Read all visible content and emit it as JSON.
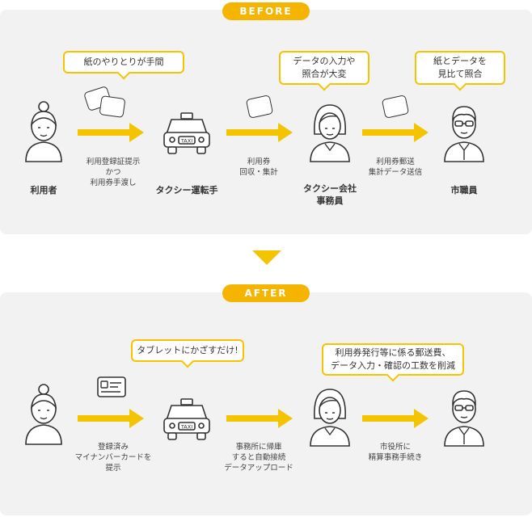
{
  "before": {
    "badge": "BEFORE",
    "bubbles": {
      "paper": "紙のやりとりが手間",
      "data_entry": "データの入力や\n照合が大変",
      "compare": "紙とデータを\n見比て照合"
    },
    "captions": {
      "step1": "利用登録証提示\nかつ\n利用券手渡し",
      "step2": "利用券\n回収・集計",
      "step3": "利用券郵送\n集計データ送信"
    },
    "actors": {
      "user": "利用者",
      "driver": "タクシー運転手",
      "company": "タクシー会社\n事務員",
      "official": "市職員"
    }
  },
  "after": {
    "badge": "AFTER",
    "bubbles": {
      "tablet": "タブレットにかざすだけ!",
      "savings": "利用券発行等に係る郵送費、\nデータ入力・確認の工数を削減"
    },
    "captions": {
      "step1": "登録済み\nマイナンバーカードを\n提示",
      "step2": "事務所に帰庫\nすると自動接続\nデータアップロード",
      "step3": "市役所に\n精算事務手続き"
    }
  },
  "taxi_sign": "TAXI",
  "colors": {
    "accent": "#f5c400",
    "badge": "#f5b400",
    "panel": "#f2f2f2",
    "line": "#333333"
  }
}
